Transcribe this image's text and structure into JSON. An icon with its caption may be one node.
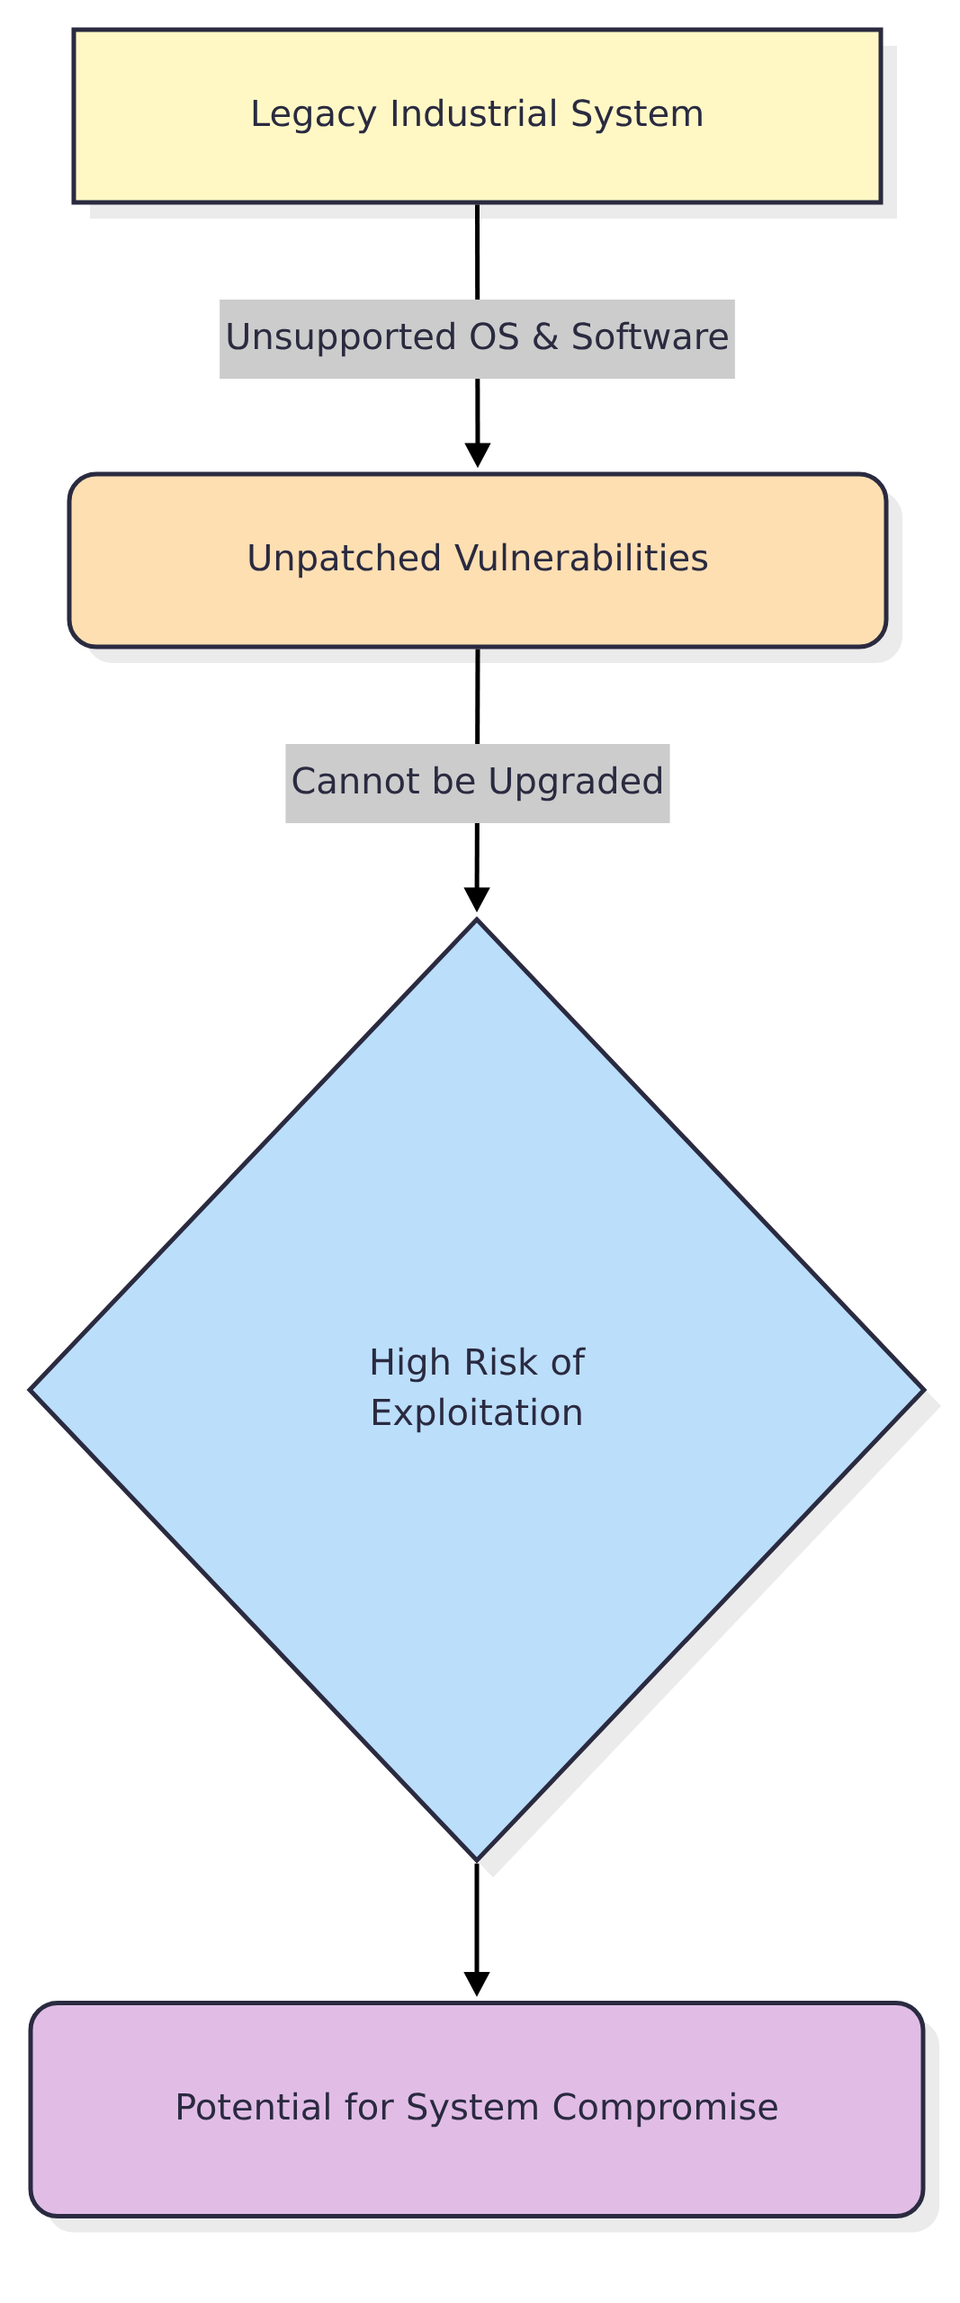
{
  "diagram": {
    "nodes": [
      {
        "text": [
          "Legacy Industrial System"
        ]
      },
      {
        "text": [
          "Unpatched Vulnerabilities"
        ]
      },
      {
        "text": [
          "High Risk of Exploitation"
        ]
      },
      {
        "text": [
          "Potential for System Compromise"
        ]
      }
    ],
    "edges": [
      {
        "from": 0,
        "to": 1,
        "arrow": "to",
        "label": "Unsupported OS & Software"
      },
      {
        "from": 1,
        "to": 2,
        "arrow": "to",
        "label": "Cannot be Upgraded"
      },
      {
        "from": 2,
        "to": 3,
        "arrow": "to"
      }
    ]
  }
}
